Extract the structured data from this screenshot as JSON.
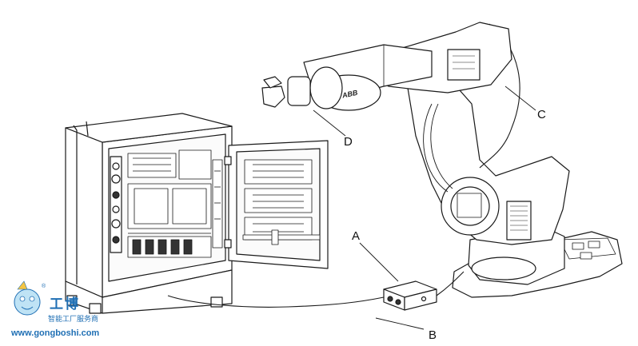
{
  "callouts": {
    "a": "A",
    "b": "B",
    "c": "C",
    "d": "D"
  },
  "robot_logo": "ABB",
  "watermark": {
    "brand_cn": "工博",
    "subtitle_cn": "智能工厂服务商",
    "url": "www.gongboshi.com",
    "registered": "®"
  },
  "colors": {
    "line": "#1a1a1a",
    "watermark": "#1f6fb4"
  }
}
